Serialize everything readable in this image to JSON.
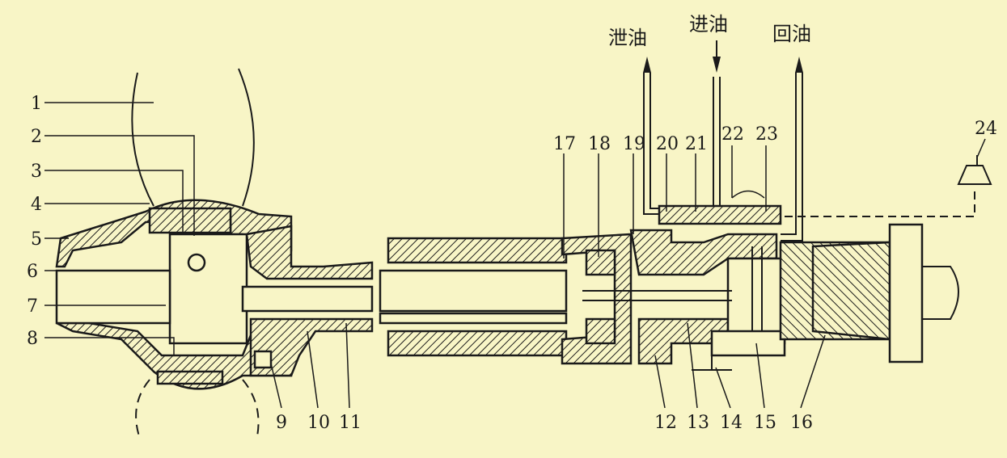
{
  "figure": {
    "flow_labels": {
      "drain": "泄油",
      "inlet": "进油",
      "return": "回油"
    },
    "part_numbers": [
      "1",
      "2",
      "3",
      "4",
      "5",
      "6",
      "7",
      "8",
      "9",
      "10",
      "11",
      "12",
      "13",
      "14",
      "15",
      "16",
      "17",
      "18",
      "19",
      "20",
      "21",
      "22",
      "23",
      "24"
    ]
  },
  "colors": {
    "background": "#f8f5c6",
    "ink": "#1a1a1a"
  }
}
